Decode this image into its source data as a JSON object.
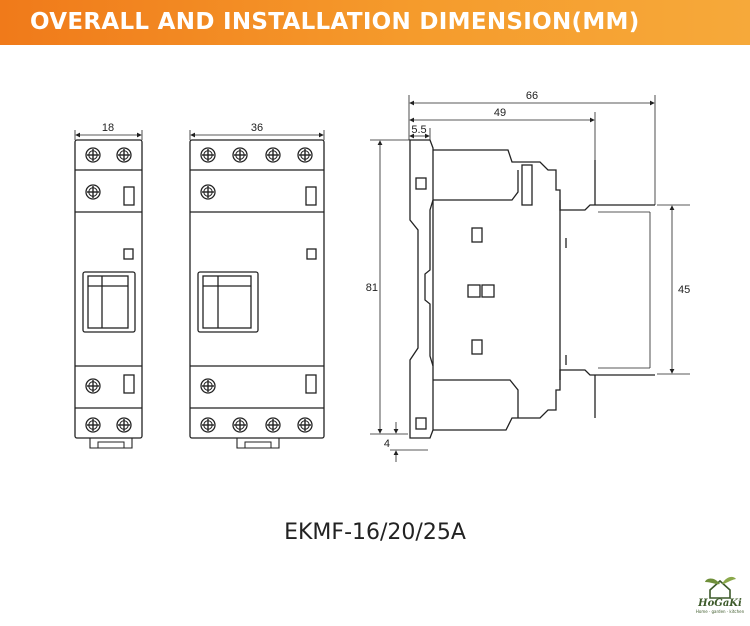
{
  "header": {
    "title": "OVERALL AND INSTALLATION DIMENSION(MM)",
    "banner_color": "#f28a22"
  },
  "front_view_1p": {
    "width_label": "18"
  },
  "front_view_2p": {
    "width_label": "36"
  },
  "side_view": {
    "overall_depth_label": "66",
    "body_depth_label": "49",
    "offset_label": "5.5",
    "height_label": "81",
    "rail_label": "45",
    "foot_label": "4"
  },
  "model": {
    "name": "EKMF-16/20/25A"
  },
  "logo": {
    "brand": "HoGaKi",
    "tagline": "Home · garden · kitchen",
    "icon": "leaf-house-icon"
  }
}
